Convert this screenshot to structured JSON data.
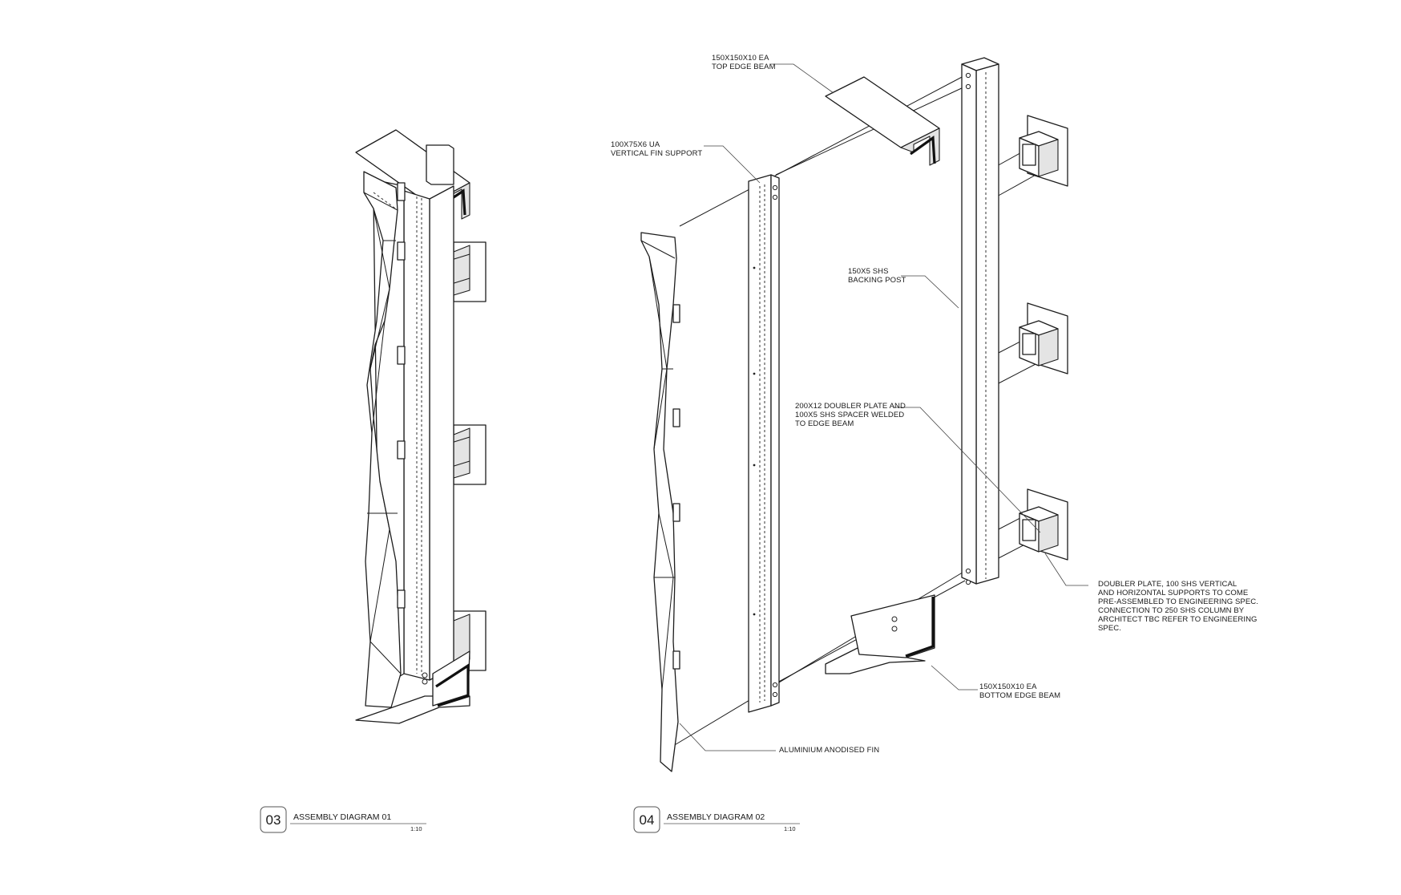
{
  "diagrams": [
    {
      "number": "03",
      "title": "ASSEMBLY DIAGRAM 01",
      "scale": "1:10"
    },
    {
      "number": "04",
      "title": "ASSEMBLY DIAGRAM 02",
      "scale": "1:10"
    }
  ],
  "labels": {
    "top_edge_beam": [
      "150X150X10 EA",
      "TOP EDGE BEAM"
    ],
    "vertical_fin_support": [
      "100X75X6 UA",
      "VERTICAL FIN SUPPORT"
    ],
    "backing_post": [
      "150X5 SHS",
      "BACKING POST"
    ],
    "doubler_plate_spacer": [
      "200X12 DOUBLER PLATE AND",
      "100X5 SHS SPACER WELDED",
      "TO EDGE BEAM"
    ],
    "doubler_plate_note": [
      "DOUBLER PLATE, 100 SHS VERTICAL",
      "AND HORIZONTAL SUPPORTS TO COME",
      "PRE-ASSEMBLED TO ENGINEERING SPEC.",
      "CONNECTION TO 250 SHS COLUMN BY",
      "ARCHITECT TBC REFER TO ENGINEERING",
      "SPEC."
    ],
    "bottom_edge_beam": [
      "150X150X10 EA",
      "BOTTOM EDGE BEAM"
    ],
    "aluminium_fin": [
      "ALUMINIUM ANODISED FIN"
    ]
  }
}
